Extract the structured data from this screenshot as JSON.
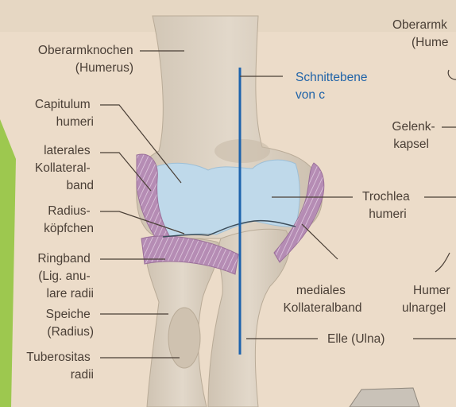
{
  "diagram": {
    "colors": {
      "paper": "#ecdcc9",
      "bone": "#dcd1c1",
      "bone_shadow": "#c6b9a6",
      "cartilage": "#bfd9ea",
      "ligament": "#b48ab3",
      "section_line": "#1d63ad",
      "label_text": "#4a3f36",
      "section_text": "#1f63a8",
      "green_edge": "#8fc43a"
    },
    "labels": {
      "humerus": [
        "Oberarmknochen",
        "(Humerus)"
      ],
      "capitulum": [
        "Capitulum",
        "humeri"
      ],
      "lateral_ligament": [
        "laterales",
        "Kollateral-",
        "band"
      ],
      "radius_head": [
        "Radius-",
        "köpfchen"
      ],
      "annular_ligament": [
        "Ringband",
        "(Lig. anu-",
        "lare radii"
      ],
      "radius": [
        "Speiche",
        "(Radius)"
      ],
      "tuberosity": [
        "Tuberositas",
        "radii"
      ],
      "section_plane": [
        "Schnittebene",
        "von c"
      ],
      "trochlea": [
        "Trochlea",
        "humeri"
      ],
      "medial_ligament": [
        "mediales",
        "Kollateralband"
      ],
      "ulna": "Elle (Ulna)",
      "capsule": [
        "Gelenk-",
        "kapsel"
      ],
      "humerus_right_cut": [
        "Oberarmk",
        "(Hume"
      ],
      "ulnar_nerve_cut": [
        "Humer",
        "ulnargel"
      ]
    }
  }
}
